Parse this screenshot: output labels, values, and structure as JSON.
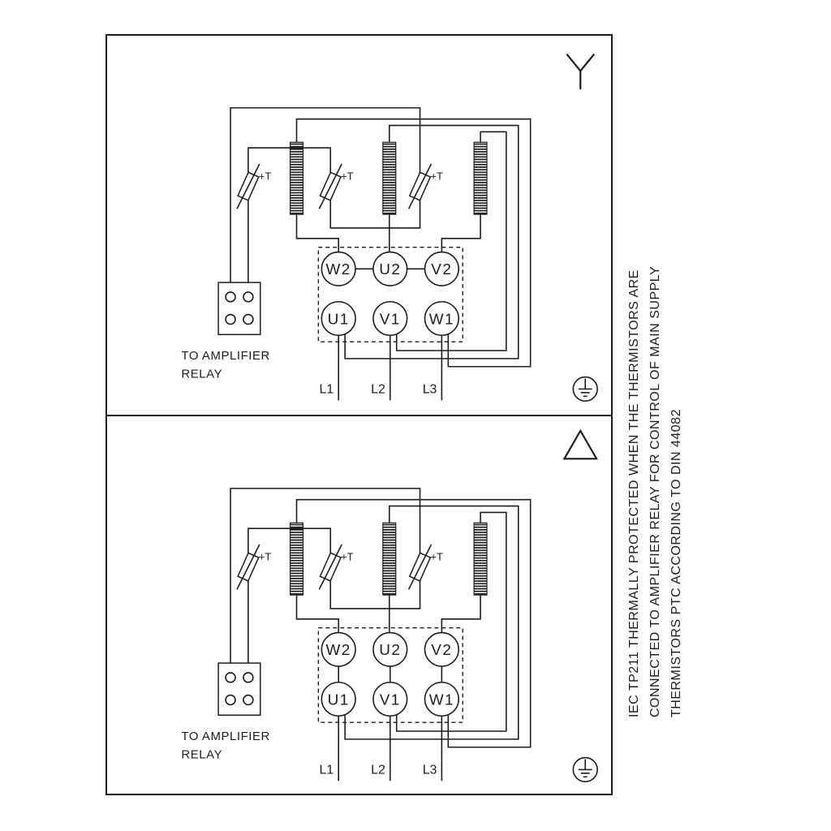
{
  "page": {
    "background": "#ffffff",
    "ink": "#1c1c1c"
  },
  "side_note": {
    "lines": [
      "IEC TP211 THERMALLY PROTECTED WHEN THE THERMISTORS ARE",
      "CONNECTED TO AMPLIFIER RELAY FOR CONTROL OF MAIN SUPPLY",
      "THERMISTORS PTC ACCORDING TO DIN 44082"
    ]
  },
  "schematic": {
    "thermistor_label": "+T",
    "terminals_top": [
      "W2",
      "U2",
      "V2"
    ],
    "terminals_bottom": [
      "U1",
      "V1",
      "W1"
    ],
    "supply_lines": [
      "L1",
      "L2",
      "L3"
    ],
    "relay_caption": [
      "TO AMPLIFIER",
      "RELAY"
    ]
  },
  "panels": [
    {
      "connection": "star",
      "symbol": "Y"
    },
    {
      "connection": "delta",
      "symbol": "△"
    }
  ]
}
